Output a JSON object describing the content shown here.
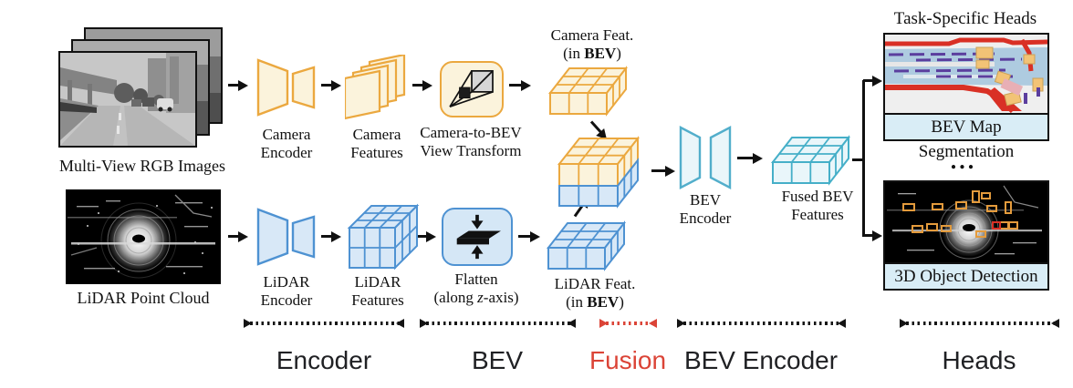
{
  "palette": {
    "camera_yellow": "#EBA83F",
    "camera_fill": "#FBF3DC",
    "lidar_blue": "#4E92D2",
    "lidar_fill": "#D8E8F7",
    "bev_cyan": "#52AECB",
    "bev_cyan_fill": "#E9F6FA",
    "accent_red": "#DB4437",
    "caption_bg": "#D9EDF6",
    "line_black": "#111111"
  },
  "inputs": {
    "camera_image_label": "Multi-View RGB Images",
    "lidar_image_label": "LiDAR Point Cloud"
  },
  "camera_branch": {
    "encoder": {
      "line1": "Camera",
      "line2": "Encoder"
    },
    "features": {
      "line1": "Camera",
      "line2": "Features"
    },
    "transform": {
      "line1": "Camera-to-BEV",
      "line2": "View Transform"
    },
    "feat_bev": {
      "line1": "Camera Feat.",
      "prefix": "(in ",
      "bold": "BEV",
      "suffix": ")"
    }
  },
  "lidar_branch": {
    "encoder": {
      "line1": "LiDAR",
      "line2": "Encoder"
    },
    "features": {
      "line1": "LiDAR",
      "line2": "Features"
    },
    "flatten": {
      "line1": "Flatten",
      "prefix": "(along ",
      "italic": "z",
      "suffix": "-axis)"
    },
    "feat_bev": {
      "line1": "LiDAR Feat.",
      "prefix": "(in ",
      "bold": "BEV",
      "suffix": ")"
    }
  },
  "fusion": {
    "bev_encoder": {
      "line1": "BEV",
      "line2": "Encoder"
    },
    "fused_features": {
      "line1": "Fused BEV",
      "line2": "Features"
    }
  },
  "heads": {
    "title": "Task-Specific Heads",
    "segmentation_caption": "BEV Map Segmentation",
    "ellipsis": "...",
    "detection_caption": "3D Object Detection"
  },
  "stages": [
    {
      "label": "Encoder",
      "highlight": false
    },
    {
      "label": "BEV",
      "highlight": false
    },
    {
      "label": "Fusion",
      "highlight": true
    },
    {
      "label": "BEV Encoder",
      "highlight": false
    },
    {
      "label": "Heads",
      "highlight": false
    }
  ]
}
